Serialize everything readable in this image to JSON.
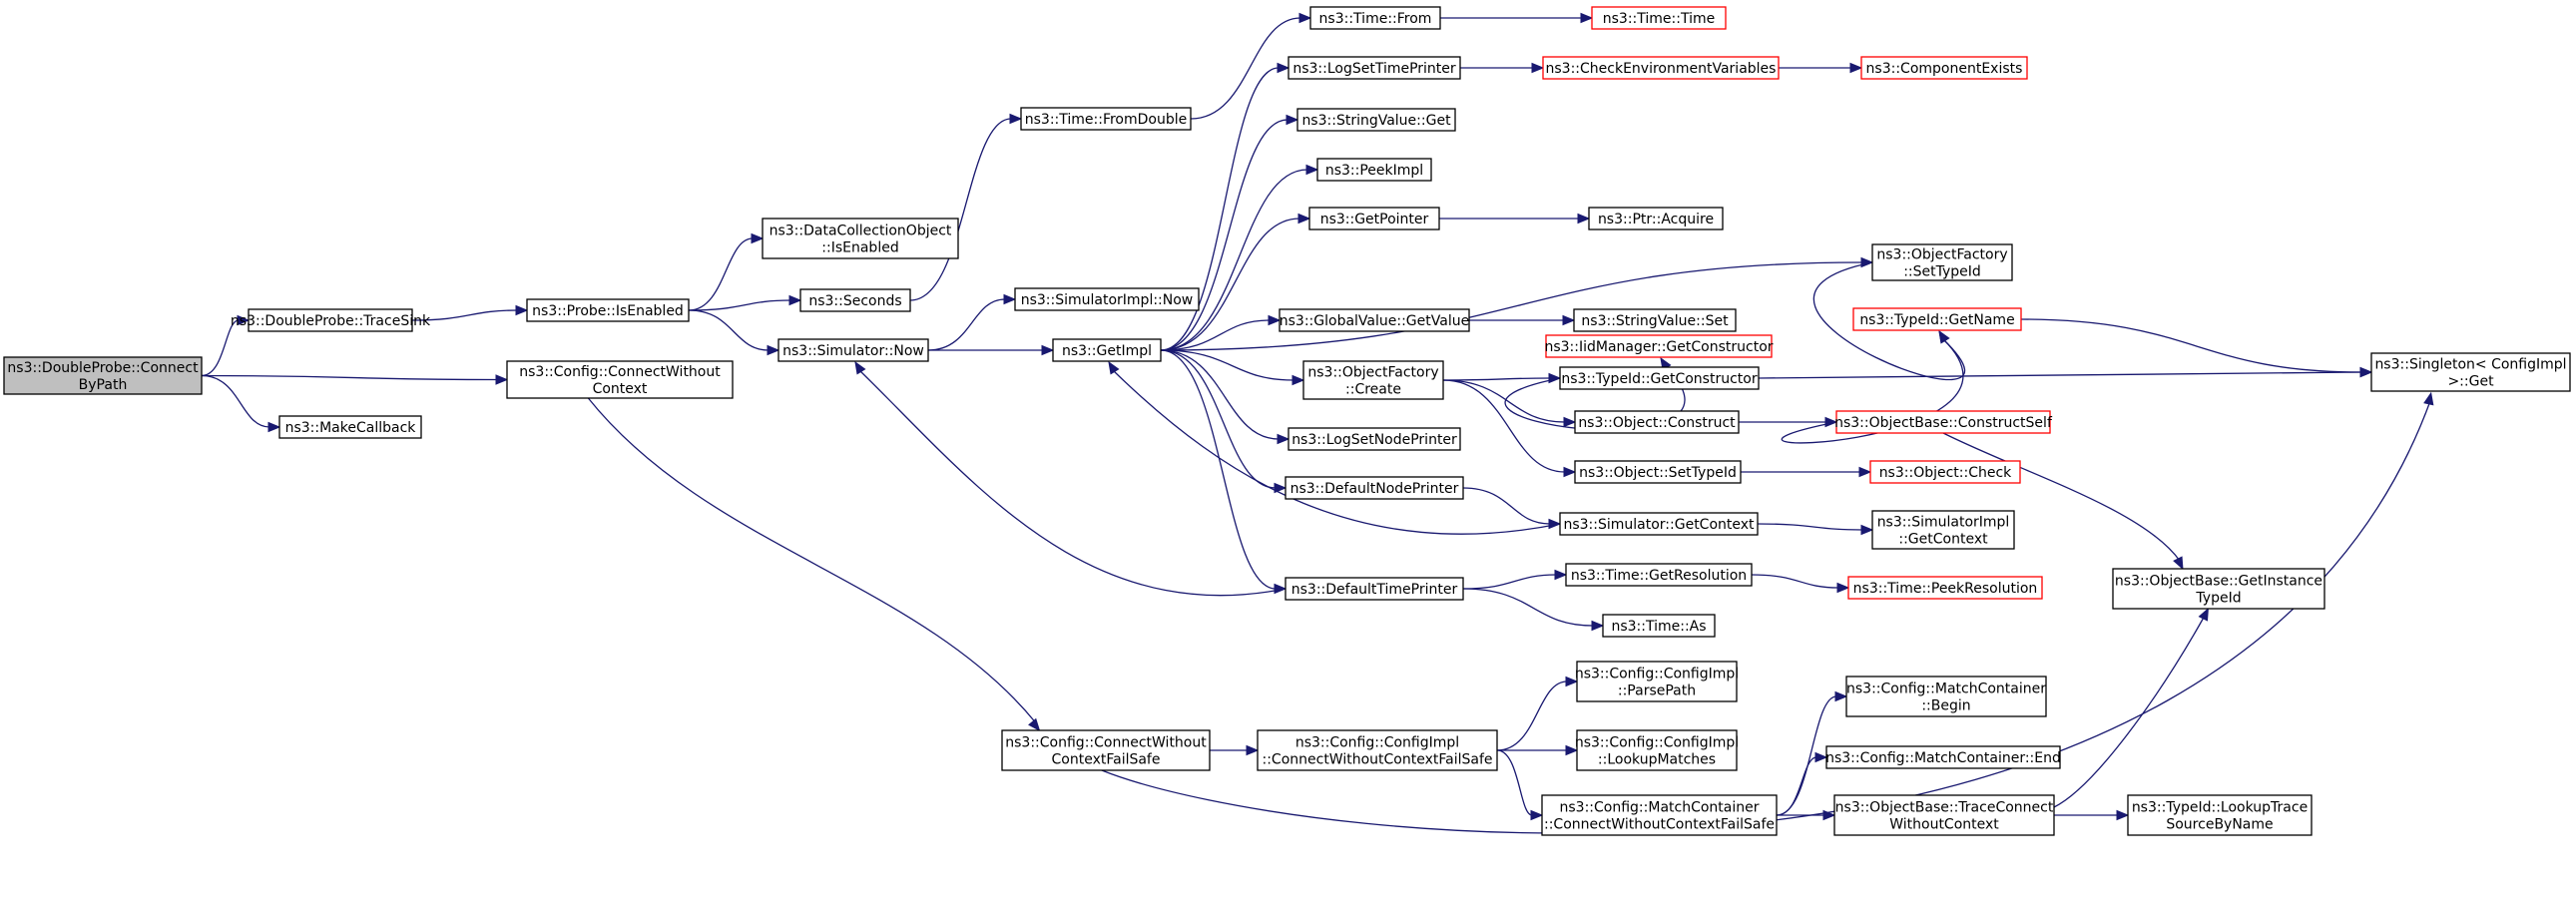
{
  "colors": {
    "edge": "#191970",
    "node_border": "#000000",
    "node_border_truncated": "#ff0000",
    "root_fill": "#bfbfbf",
    "node_fill": "#ffffff"
  },
  "nodes": [
    {
      "id": "root",
      "lines": [
        "ns3::DoubleProbe::Connect",
        "ByPath"
      ],
      "style": "root"
    },
    {
      "id": "traceSink",
      "lines": [
        "ns3::DoubleProbe::TraceSink"
      ],
      "style": "normal"
    },
    {
      "id": "connectWithoutContext",
      "lines": [
        "ns3::Config::ConnectWithout",
        "Context"
      ],
      "style": "normal"
    },
    {
      "id": "makeCallback",
      "lines": [
        "ns3::MakeCallback"
      ],
      "style": "normal"
    },
    {
      "id": "isEnabledProbe",
      "lines": [
        "ns3::Probe::IsEnabled"
      ],
      "style": "normal"
    },
    {
      "id": "dcoIsEnabled",
      "lines": [
        "ns3::DataCollectionObject",
        "::IsEnabled"
      ],
      "style": "normal"
    },
    {
      "id": "seconds",
      "lines": [
        "ns3::Seconds"
      ],
      "style": "normal"
    },
    {
      "id": "simNow",
      "lines": [
        "ns3::Simulator::Now"
      ],
      "style": "normal"
    },
    {
      "id": "fromDouble",
      "lines": [
        "ns3::Time::FromDouble"
      ],
      "style": "normal"
    },
    {
      "id": "simImplNow",
      "lines": [
        "ns3::SimulatorImpl::Now"
      ],
      "style": "normal"
    },
    {
      "id": "getImpl",
      "lines": [
        "ns3::GetImpl"
      ],
      "style": "normal"
    },
    {
      "id": "timeFrom",
      "lines": [
        "ns3::Time::From"
      ],
      "style": "normal"
    },
    {
      "id": "timeTime",
      "lines": [
        "ns3::Time::Time"
      ],
      "style": "truncated"
    },
    {
      "id": "logSetTimePrinter",
      "lines": [
        "ns3::LogSetTimePrinter"
      ],
      "style": "normal"
    },
    {
      "id": "checkEnv",
      "lines": [
        "ns3::CheckEnvironmentVariables"
      ],
      "style": "truncated"
    },
    {
      "id": "componentExists",
      "lines": [
        "ns3::ComponentExists"
      ],
      "style": "truncated"
    },
    {
      "id": "stringValueGet",
      "lines": [
        "ns3::StringValue::Get"
      ],
      "style": "normal"
    },
    {
      "id": "peekImpl",
      "lines": [
        "ns3::PeekImpl"
      ],
      "style": "normal"
    },
    {
      "id": "getPointer",
      "lines": [
        "ns3::GetPointer"
      ],
      "style": "normal"
    },
    {
      "id": "ptrAcquire",
      "lines": [
        "ns3::Ptr::Acquire"
      ],
      "style": "normal"
    },
    {
      "id": "ofSetTypeId",
      "lines": [
        "ns3::ObjectFactory",
        "::SetTypeId"
      ],
      "style": "normal"
    },
    {
      "id": "gvGetValue",
      "lines": [
        "ns3::GlobalValue::GetValue"
      ],
      "style": "normal"
    },
    {
      "id": "stringValueSet",
      "lines": [
        "ns3::StringValue::Set"
      ],
      "style": "normal"
    },
    {
      "id": "tidGetName",
      "lines": [
        "ns3::TypeId::GetName"
      ],
      "style": "truncated"
    },
    {
      "id": "iidGetCtor",
      "lines": [
        "ns3::IidManager::GetConstructor"
      ],
      "style": "truncated"
    },
    {
      "id": "ofCreate",
      "lines": [
        "ns3::ObjectFactory",
        "::Create"
      ],
      "style": "normal"
    },
    {
      "id": "tidGetCtor",
      "lines": [
        "ns3::TypeId::GetConstructor"
      ],
      "style": "normal"
    },
    {
      "id": "singletonGet",
      "lines": [
        "ns3::Singleton< ConfigImpl",
        " >::Get"
      ],
      "style": "normal"
    },
    {
      "id": "objConstruct",
      "lines": [
        "ns3::Object::Construct"
      ],
      "style": "normal"
    },
    {
      "id": "obConstructSelf",
      "lines": [
        "ns3::ObjectBase::ConstructSelf"
      ],
      "style": "truncated"
    },
    {
      "id": "logSetNodePrinter",
      "lines": [
        "ns3::LogSetNodePrinter"
      ],
      "style": "normal"
    },
    {
      "id": "objSetTypeId",
      "lines": [
        "ns3::Object::SetTypeId"
      ],
      "style": "normal"
    },
    {
      "id": "objCheck",
      "lines": [
        "ns3::Object::Check"
      ],
      "style": "truncated"
    },
    {
      "id": "defNodePrinter",
      "lines": [
        "ns3::DefaultNodePrinter"
      ],
      "style": "normal"
    },
    {
      "id": "simGetContext",
      "lines": [
        "ns3::Simulator::GetContext"
      ],
      "style": "normal"
    },
    {
      "id": "simImplGetContext",
      "lines": [
        "ns3::SimulatorImpl",
        "::GetContext"
      ],
      "style": "normal"
    },
    {
      "id": "obGetInstanceTypeId",
      "lines": [
        "ns3::ObjectBase::GetInstance",
        "TypeId"
      ],
      "style": "normal"
    },
    {
      "id": "defTimePrinter",
      "lines": [
        "ns3::DefaultTimePrinter"
      ],
      "style": "normal"
    },
    {
      "id": "timeGetResolution",
      "lines": [
        "ns3::Time::GetResolution"
      ],
      "style": "normal"
    },
    {
      "id": "timePeekResolution",
      "lines": [
        "ns3::Time::PeekResolution"
      ],
      "style": "truncated"
    },
    {
      "id": "timeAs",
      "lines": [
        "ns3::Time::As"
      ],
      "style": "normal"
    },
    {
      "id": "cfgParsePath",
      "lines": [
        "ns3::Config::ConfigImpl",
        "::ParsePath"
      ],
      "style": "normal"
    },
    {
      "id": "mcBegin",
      "lines": [
        "ns3::Config::MatchContainer",
        "::Begin"
      ],
      "style": "normal"
    },
    {
      "id": "cwcFailSafe",
      "lines": [
        "ns3::Config::ConnectWithout",
        "ContextFailSafe"
      ],
      "style": "normal"
    },
    {
      "id": "cfgImplCwcFailSafe",
      "lines": [
        "ns3::Config::ConfigImpl",
        "::ConnectWithoutContextFailSafe"
      ],
      "style": "normal"
    },
    {
      "id": "cfgLookupMatches",
      "lines": [
        "ns3::Config::ConfigImpl",
        "::LookupMatches"
      ],
      "style": "normal"
    },
    {
      "id": "mcEnd",
      "lines": [
        "ns3::Config::MatchContainer::End"
      ],
      "style": "normal"
    },
    {
      "id": "mcCwcFailSafe",
      "lines": [
        "ns3::Config::MatchContainer",
        "::ConnectWithoutContextFailSafe"
      ],
      "style": "normal"
    },
    {
      "id": "obTraceConnect",
      "lines": [
        "ns3::ObjectBase::TraceConnect",
        "WithoutContext"
      ],
      "style": "normal"
    },
    {
      "id": "tidLookupTrace",
      "lines": [
        "ns3::TypeId::LookupTrace",
        "SourceByName"
      ],
      "style": "normal"
    }
  ],
  "edges": [
    {
      "from": "root",
      "to": "traceSink"
    },
    {
      "from": "root",
      "to": "connectWithoutContext"
    },
    {
      "from": "root",
      "to": "makeCallback"
    },
    {
      "from": "traceSink",
      "to": "isEnabledProbe"
    },
    {
      "from": "isEnabledProbe",
      "to": "dcoIsEnabled"
    },
    {
      "from": "isEnabledProbe",
      "to": "seconds"
    },
    {
      "from": "isEnabledProbe",
      "to": "simNow"
    },
    {
      "from": "seconds",
      "to": "fromDouble"
    },
    {
      "from": "fromDouble",
      "to": "timeFrom"
    },
    {
      "from": "timeFrom",
      "to": "timeTime"
    },
    {
      "from": "simNow",
      "to": "simImplNow"
    },
    {
      "from": "simNow",
      "to": "getImpl"
    },
    {
      "from": "getImpl",
      "to": "logSetTimePrinter"
    },
    {
      "from": "getImpl",
      "to": "stringValueGet"
    },
    {
      "from": "getImpl",
      "to": "peekImpl"
    },
    {
      "from": "getImpl",
      "to": "getPointer"
    },
    {
      "from": "getImpl",
      "to": "ofSetTypeId"
    },
    {
      "from": "getImpl",
      "to": "gvGetValue"
    },
    {
      "from": "getImpl",
      "to": "ofCreate"
    },
    {
      "from": "getImpl",
      "to": "logSetNodePrinter"
    },
    {
      "from": "getImpl",
      "to": "defNodePrinter"
    },
    {
      "from": "getImpl",
      "to": "defTimePrinter"
    },
    {
      "from": "logSetTimePrinter",
      "to": "checkEnv"
    },
    {
      "from": "checkEnv",
      "to": "componentExists"
    },
    {
      "from": "getPointer",
      "to": "ptrAcquire"
    },
    {
      "from": "ofSetTypeId",
      "to": "tidGetName"
    },
    {
      "from": "gvGetValue",
      "to": "stringValueSet"
    },
    {
      "from": "tidGetName",
      "to": "singletonGet"
    },
    {
      "from": "ofCreate",
      "to": "tidGetCtor"
    },
    {
      "from": "ofCreate",
      "to": "objConstruct"
    },
    {
      "from": "ofCreate",
      "to": "objSetTypeId"
    },
    {
      "from": "tidGetCtor",
      "to": "iidGetCtor"
    },
    {
      "from": "tidGetCtor",
      "to": "singletonGet"
    },
    {
      "from": "objConstruct",
      "to": "obConstructSelf"
    },
    {
      "from": "obConstructSelf",
      "to": "tidGetName"
    },
    {
      "from": "obConstructSelf",
      "to": "obGetInstanceTypeId"
    },
    {
      "from": "objSetTypeId",
      "to": "objCheck"
    },
    {
      "from": "defNodePrinter",
      "to": "simGetContext"
    },
    {
      "from": "simGetContext",
      "to": "getImpl"
    },
    {
      "from": "simGetContext",
      "to": "simImplGetContext"
    },
    {
      "from": "defTimePrinter",
      "to": "simNow"
    },
    {
      "from": "defTimePrinter",
      "to": "timeGetResolution"
    },
    {
      "from": "defTimePrinter",
      "to": "timeAs"
    },
    {
      "from": "timeGetResolution",
      "to": "timePeekResolution"
    },
    {
      "from": "connectWithoutContext",
      "to": "cwcFailSafe"
    },
    {
      "from": "cwcFailSafe",
      "to": "cfgImplCwcFailSafe"
    },
    {
      "from": "cwcFailSafe",
      "to": "singletonGet"
    },
    {
      "from": "cfgImplCwcFailSafe",
      "to": "cfgParsePath"
    },
    {
      "from": "cfgImplCwcFailSafe",
      "to": "cfgLookupMatches"
    },
    {
      "from": "cfgImplCwcFailSafe",
      "to": "mcCwcFailSafe"
    },
    {
      "from": "mcCwcFailSafe",
      "to": "mcBegin"
    },
    {
      "from": "mcCwcFailSafe",
      "to": "mcEnd"
    },
    {
      "from": "mcCwcFailSafe",
      "to": "obTraceConnect"
    },
    {
      "from": "obTraceConnect",
      "to": "obGetInstanceTypeId"
    },
    {
      "from": "obTraceConnect",
      "to": "tidLookupTrace"
    }
  ]
}
